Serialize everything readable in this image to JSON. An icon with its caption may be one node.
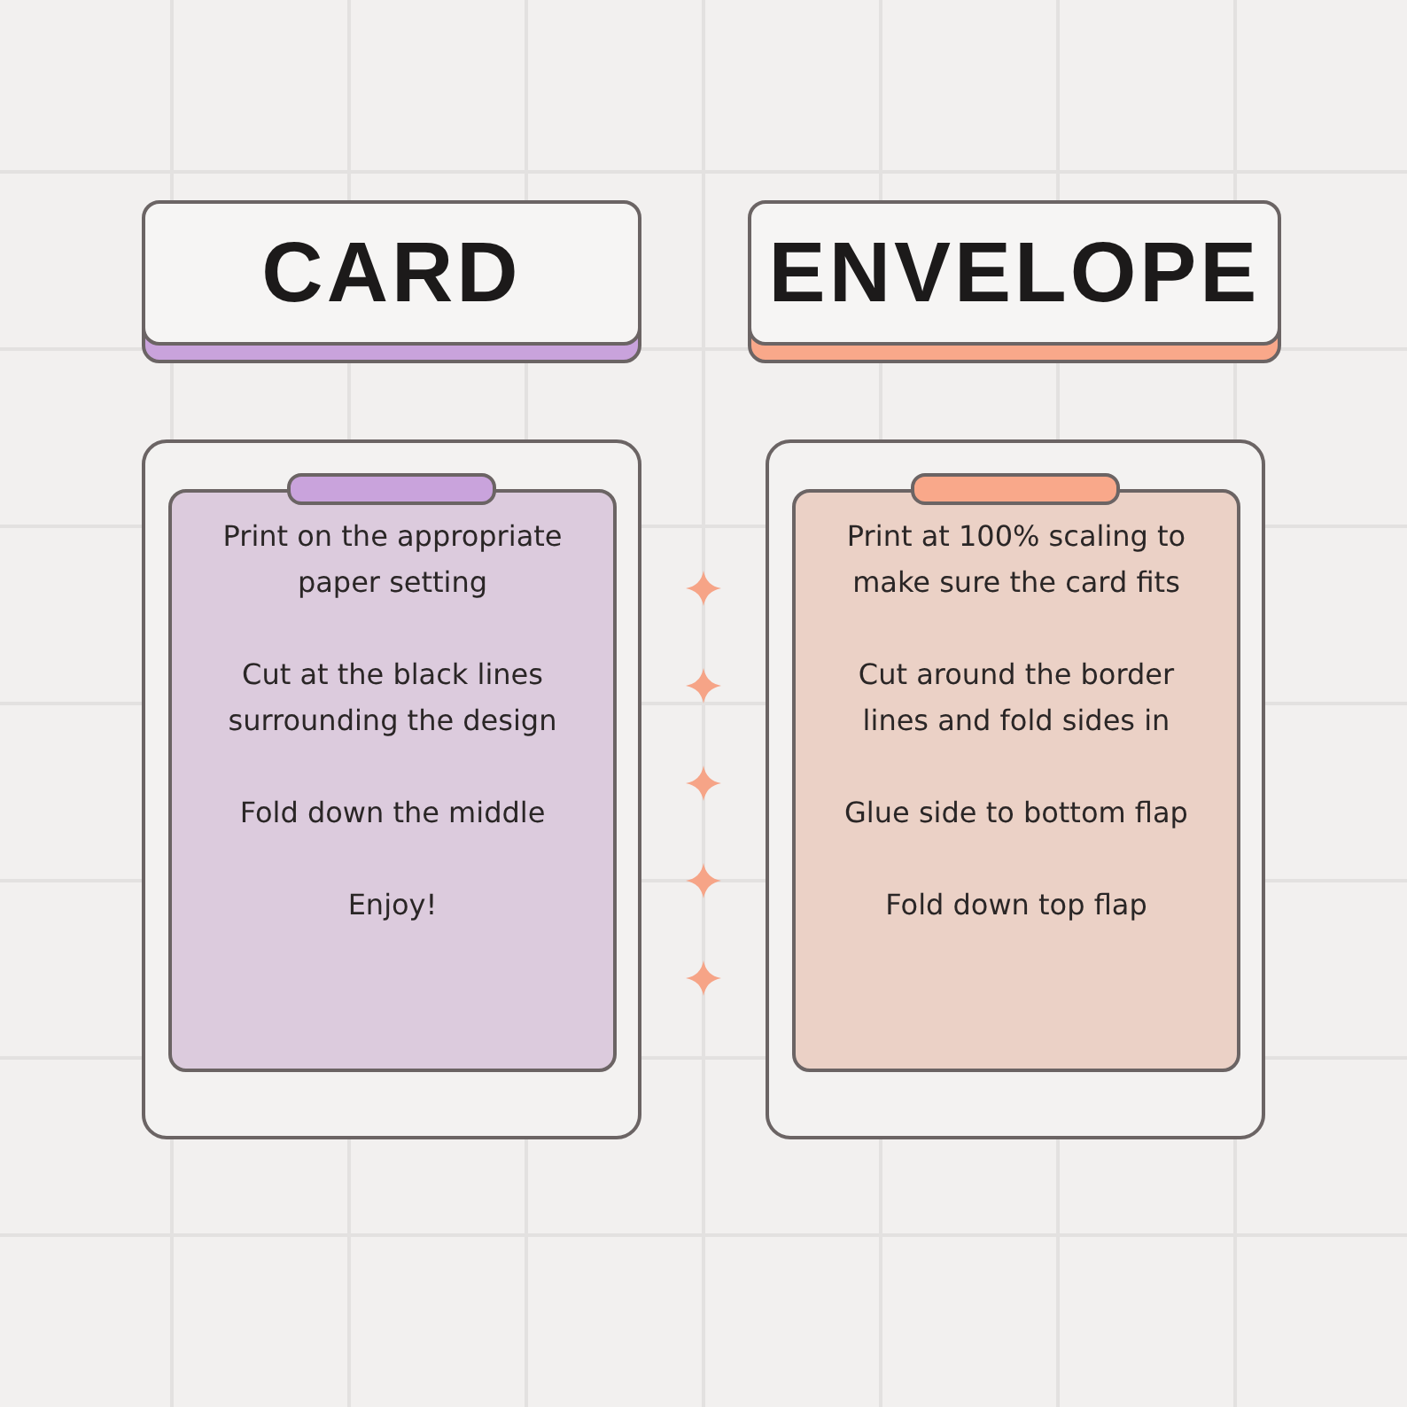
{
  "diagram": {
    "nodes": [
      {
        "text": [
          "CARD"
        ]
      },
      {
        "text": [
          "ENVELOPE"
        ]
      },
      {
        "text": [
          "Print on the appropriate paper setting",
          "Cut at the black lines surrounding the design",
          "Fold down the middle",
          "Enjoy!"
        ]
      },
      {
        "text": [
          "Print at 100% scaling to make sure the card fits",
          "Cut around the border lines and fold sides in",
          "Glue side to bottom flap",
          "Fold down top flap"
        ]
      }
    ],
    "edges": []
  }
}
